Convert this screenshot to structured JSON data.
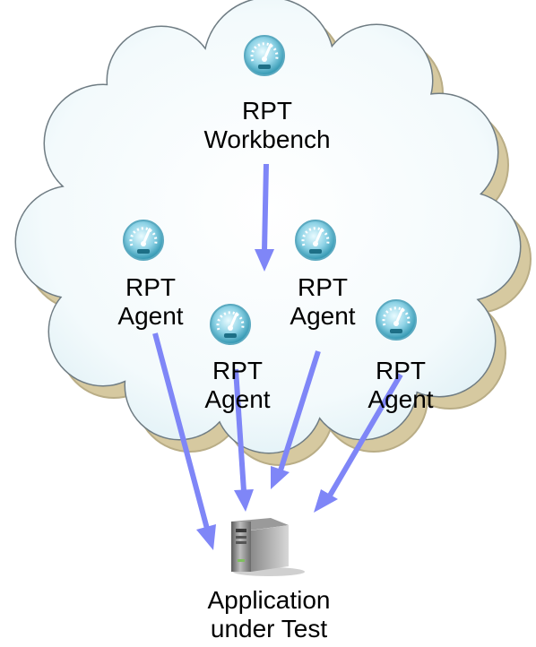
{
  "nodes": {
    "workbench": {
      "line1": "RPT",
      "line2": "Workbench"
    },
    "agents": [
      {
        "line1": "RPT",
        "line2": "Agent"
      },
      {
        "line1": "RPT",
        "line2": "Agent"
      },
      {
        "line1": "RPT",
        "line2": "Agent"
      },
      {
        "line1": "RPT",
        "line2": "Agent"
      }
    ],
    "target": {
      "line1": "Application",
      "line2": "under Test"
    }
  },
  "icons": {
    "rpt": "gauge-icon",
    "server": "server-tower-icon"
  },
  "colors": {
    "cloud_fill": "#e6f4f8",
    "cloud_shadow": "#d6c9a0",
    "cloud_outline": "#6f7c83",
    "arrow": "#7f86f7",
    "icon_teal": "#2f95b0"
  }
}
